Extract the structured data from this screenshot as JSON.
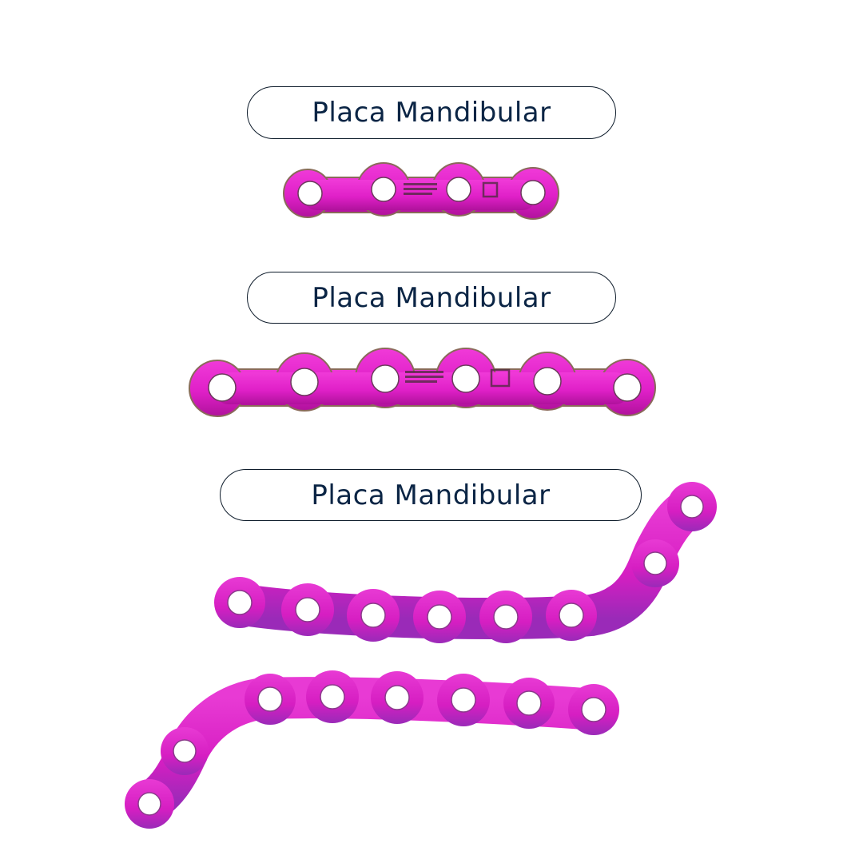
{
  "labels": [
    {
      "text": "Placa Mandibular"
    },
    {
      "text": "Placa Mandibular"
    },
    {
      "text": "Placa Mandibular"
    }
  ],
  "plates": [
    {
      "name": "straight-plate-4-hole",
      "holes": 4
    },
    {
      "name": "straight-plate-6-hole",
      "holes": 6
    },
    {
      "name": "curved-plate-upper",
      "holes": 8
    },
    {
      "name": "curved-plate-lower",
      "holes": 8
    }
  ],
  "colors": {
    "plate": "#e020c8",
    "plate_dark": "#b0129c",
    "plate_edge": "#8a6a5a",
    "hole": "#ffffff",
    "label_text": "#0b2545",
    "label_border": "#0d1b2a"
  }
}
